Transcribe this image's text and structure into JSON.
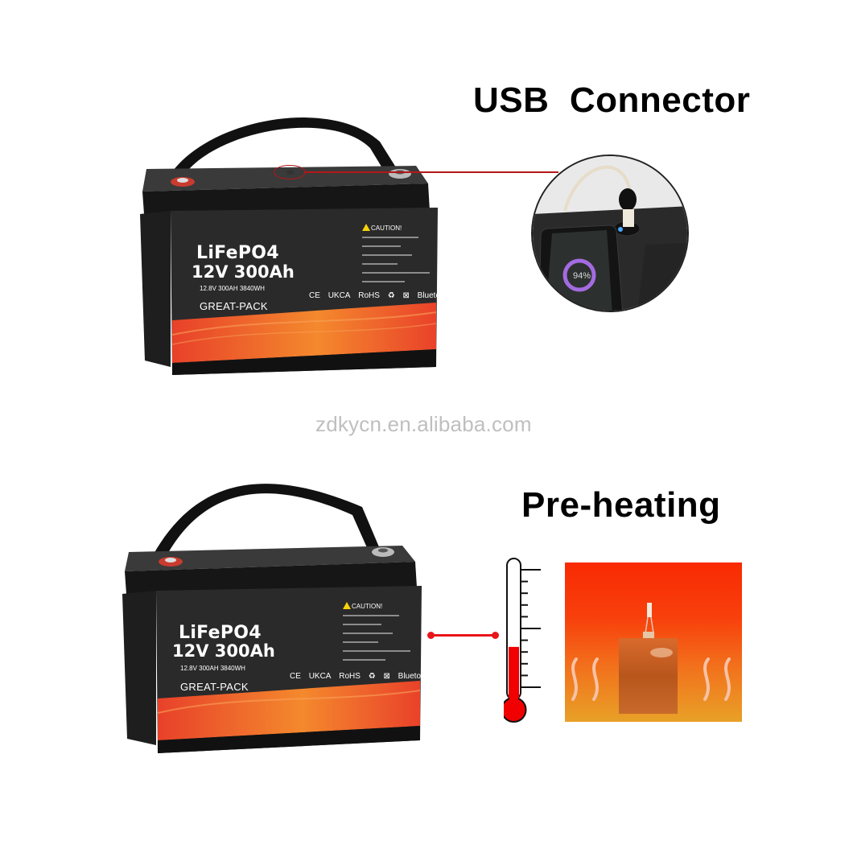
{
  "headings": {
    "usb": "USB  Connector",
    "preheat": "Pre-heating"
  },
  "watermark": "zdkycn.en.alibaba.com",
  "battery": {
    "chemistry": "LiFePO4",
    "rating": "12V 300Ah",
    "spec_line": "12.8V 300AH 3840WH",
    "brand": "GREAT-PACK",
    "caution_title": "CAUTION!",
    "certifications": [
      "CE",
      "UKCA",
      "RoHS",
      "recycle-icon",
      "weee-bin-icon",
      "Bluetooth"
    ]
  },
  "usb_inset": {
    "phone_battery_percent": "94%"
  },
  "thermometer": {
    "fill_fraction": 0.38
  },
  "colors": {
    "accent_red": "#b3171a",
    "link_red": "#e8151a",
    "battery_body": "#2a2a2a",
    "label_orange": "#f0532a",
    "heater_top": "#f92a03",
    "heater_bottom": "#e8a127"
  }
}
